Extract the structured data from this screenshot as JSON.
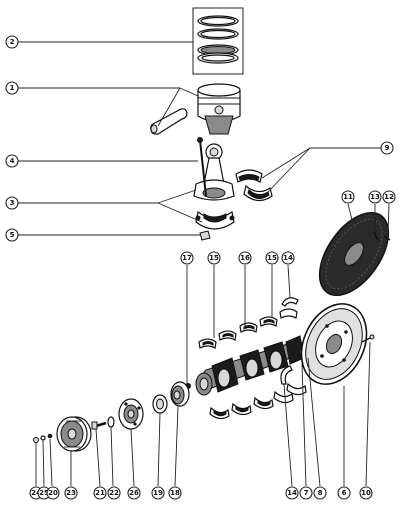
{
  "callouts": {
    "c2": "2",
    "c1": "1",
    "c4": "4",
    "c3": "3",
    "c5": "5",
    "c9": "9",
    "c11": "11",
    "c13": "13",
    "c12": "12",
    "c17": "17",
    "c15": "15",
    "c16": "16",
    "c15b": "15",
    "c14top": "14",
    "c24": "24",
    "c25": "25",
    "c20": "20",
    "c23": "23",
    "c21": "21",
    "c22": "22",
    "c26": "26",
    "c19": "19",
    "c18": "18",
    "c14": "14",
    "c7": "7",
    "c8": "8",
    "c6": "6",
    "c10": "10"
  }
}
